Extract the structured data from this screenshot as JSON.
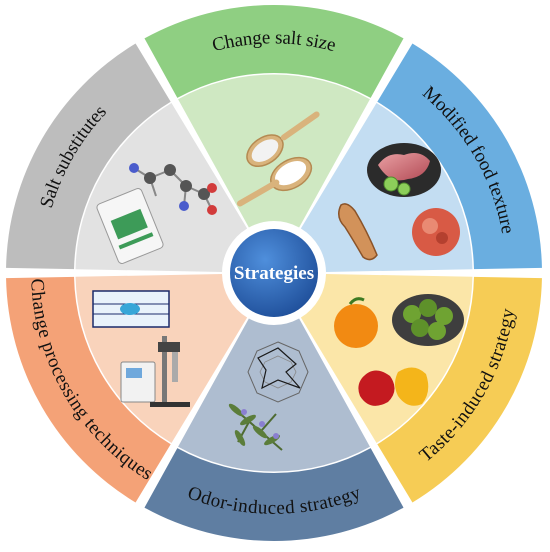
{
  "center": {
    "label": "Strategies",
    "color": "#2f6dbf"
  },
  "segments": [
    {
      "id": "salt-size",
      "label": "Change salt size",
      "outer_color": "#8fcf82",
      "inner_color": "#cfe8c2",
      "icon": "salt-spoons-icon"
    },
    {
      "id": "food-texture",
      "label": "Modified food texture",
      "outer_color": "#6aaee0",
      "inner_color": "#c3ddf2",
      "icon": "meat-and-sausage-icon"
    },
    {
      "id": "taste-induced",
      "label": "Taste-induced strategy",
      "outer_color": "#f6cc55",
      "inner_color": "#fbe6a8",
      "icon": "fruits-and-vegetables-icon"
    },
    {
      "id": "odor-induced",
      "label": "Odor-induced strategy",
      "outer_color": "#5f7ea2",
      "inner_color": "#aebdd0",
      "icon": "rosemary-and-radar-chart-icon"
    },
    {
      "id": "processing",
      "label": "Change processing techniques",
      "outer_color": "#f4a277",
      "inner_color": "#f9d3bb",
      "icon": "processing-equipment-icon"
    },
    {
      "id": "salt-substitutes",
      "label": "Salt substitutes",
      "outer_color": "#bdbdbd",
      "inner_color": "#e2e2e2",
      "icon": "molecule-and-salt-bag-icon"
    }
  ]
}
